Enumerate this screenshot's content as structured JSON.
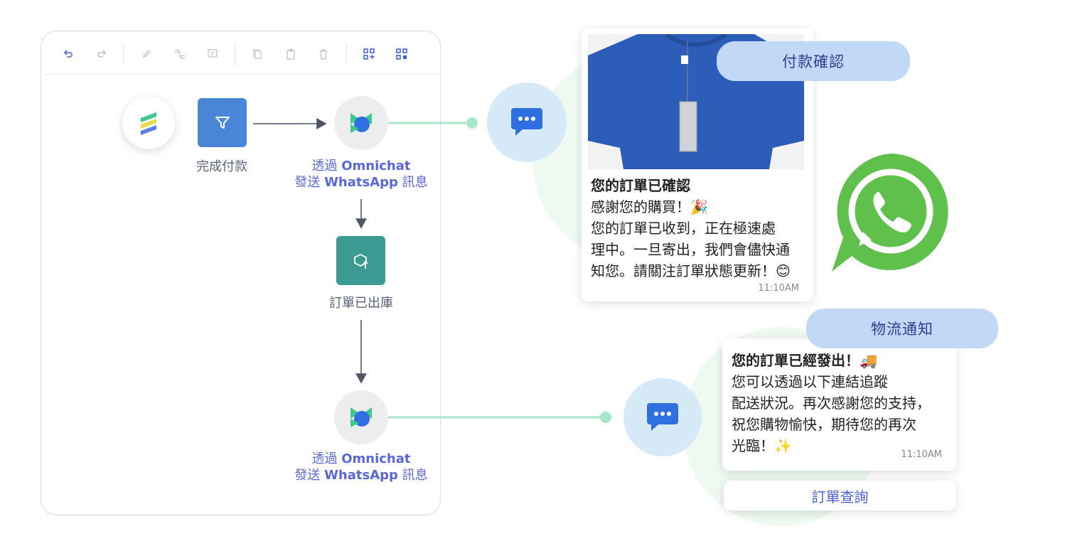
{
  "toolbar": {
    "icons": [
      "undo-icon",
      "redo-icon",
      "edit-icon",
      "connect-icon",
      "comment-icon",
      "copy-icon",
      "paste-icon",
      "delete-icon",
      "qr-add-icon",
      "qr-icon"
    ]
  },
  "workflow": {
    "trigger_label": "完成付款",
    "send_node_1": {
      "line1_prefix": "透過 ",
      "line1_brand": "Omnichat",
      "line2_prefix": "發送 ",
      "line2_brand": "WhatsApp",
      "line2_suffix": " 訊息"
    },
    "shipped_label": "訂單已出庫",
    "send_node_2": {
      "line1_prefix": "透過 ",
      "line1_brand": "Omnichat",
      "line2_prefix": "發送 ",
      "line2_brand": "WhatsApp",
      "line2_suffix": " 訊息"
    }
  },
  "chat1": {
    "tag": "付款確認",
    "title": "您的訂單已確認",
    "lines": [
      "感謝您的購買！🎉",
      "您的訂單已收到，正在極速處",
      "理中。一旦寄出，我們會儘快通",
      "知您。請關注訂單狀態更新！😊"
    ],
    "time": "11:10AM"
  },
  "chat2": {
    "tag": "物流通知",
    "title": "您的訂單已經發出！🚚",
    "lines": [
      "您可以透過以下連結追蹤",
      "配送狀況。再次感謝您的支持，",
      "祝您購物愉快，期待您的再次",
      "光臨！✨"
    ],
    "time": "11:10AM",
    "button": "訂單查詢"
  },
  "colors": {
    "accent_blue": "#5a67d8",
    "pill_bg": "#c2d8f7",
    "whatsapp_green": "#5fc04b",
    "teal_node": "#3b9b93",
    "filter_blue": "#4a86d8"
  }
}
